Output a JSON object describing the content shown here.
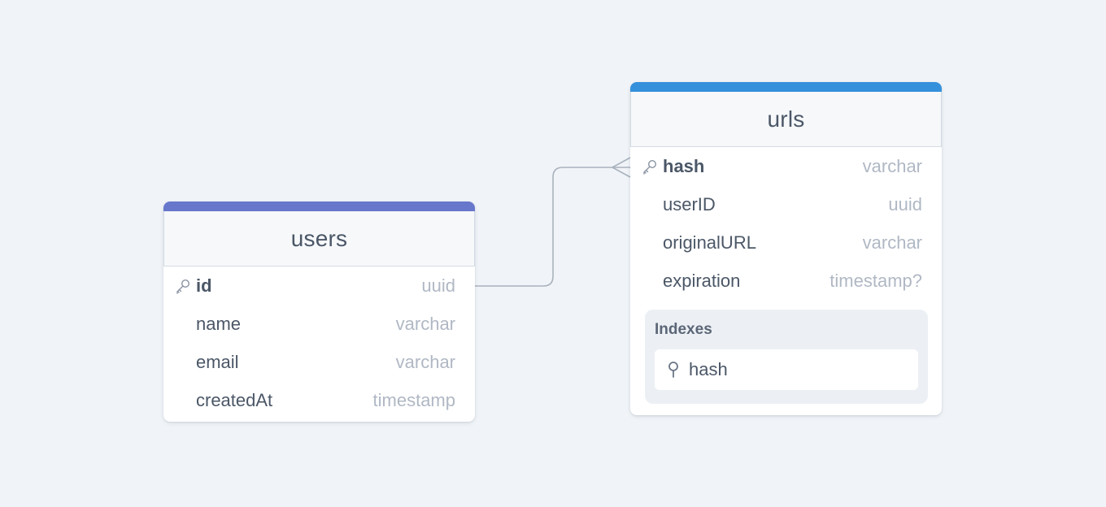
{
  "diagram": {
    "background": "#f0f4f8",
    "tables": [
      {
        "name": "users",
        "accent_color": "#6777cc",
        "columns": [
          {
            "name": "id",
            "type": "uuid",
            "primary_key": true
          },
          {
            "name": "name",
            "type": "varchar",
            "primary_key": false
          },
          {
            "name": "email",
            "type": "varchar",
            "primary_key": false
          },
          {
            "name": "createdAt",
            "type": "timestamp",
            "primary_key": false
          }
        ]
      },
      {
        "name": "urls",
        "accent_color": "#3590dc",
        "columns": [
          {
            "name": "hash",
            "type": "varchar",
            "primary_key": true
          },
          {
            "name": "userID",
            "type": "uuid",
            "primary_key": false
          },
          {
            "name": "originalURL",
            "type": "varchar",
            "primary_key": false
          },
          {
            "name": "expiration",
            "type": "timestamp?",
            "primary_key": false
          }
        ],
        "indexes": {
          "title": "Indexes",
          "items": [
            {
              "columns": "hash",
              "icon": "index-pin-icon"
            }
          ]
        }
      }
    ],
    "relationships": [
      {
        "from": "users.id",
        "to": "urls.hash",
        "cardinality": "one-to-many",
        "line_color": "#a9b2bd"
      }
    ]
  }
}
